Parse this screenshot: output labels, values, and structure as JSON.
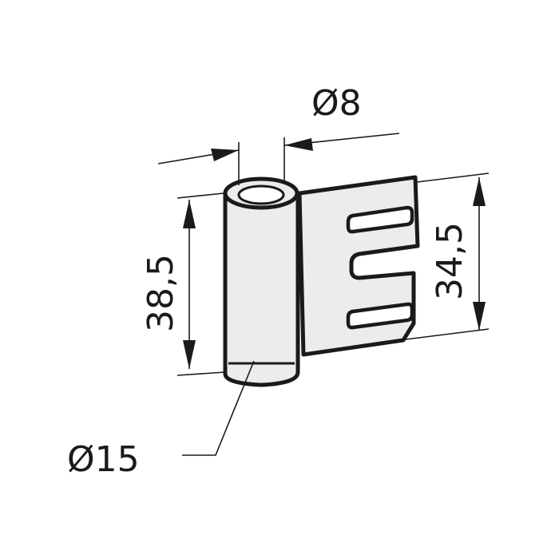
{
  "drawing": {
    "dimensions": {
      "pin_diameter": "Ø8",
      "knuckle_diameter": "Ø15",
      "knuckle_height": "38,5",
      "leaf_height": "34,5"
    }
  },
  "colors": {
    "line": "#1a1a1a",
    "part_fill": "#ececec",
    "background": "#ffffff"
  }
}
